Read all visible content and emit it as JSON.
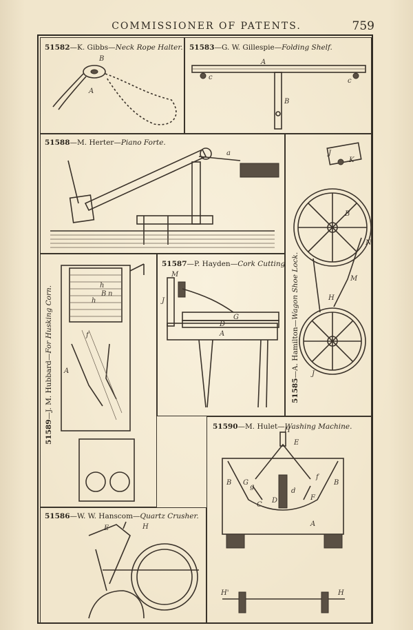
{
  "header": {
    "title": "COMMISSIONER OF PATENTS.",
    "page_number": "759"
  },
  "figures": [
    {
      "id": "gibbs",
      "number": "51582",
      "inventor": "K. Gibbs",
      "subject": "Neck Rope Halter.",
      "letters": [
        "B",
        "A"
      ]
    },
    {
      "id": "gillespie",
      "number": "51583",
      "inventor": "G. W. Gillespie",
      "subject": "Folding Shelf.",
      "letters": [
        "A",
        "c",
        "c",
        "B"
      ]
    },
    {
      "id": "herter",
      "number": "51588",
      "inventor": "M. Herter",
      "subject": "Piano Forte.",
      "letters": [
        "a"
      ]
    },
    {
      "id": "hamilton",
      "number": "51585",
      "inventor": "A. Hamilton",
      "subject": "Wagon Shoe Lock.",
      "letters": [
        "K",
        "J",
        "B",
        "N",
        "M",
        "H",
        "J"
      ]
    },
    {
      "id": "hubbard",
      "number": "51589",
      "inventor": "J. M. Hubbard",
      "subject": "For Husking Corn.",
      "letters": [
        "h",
        "B",
        "n",
        "h",
        "f",
        "A"
      ]
    },
    {
      "id": "hayden",
      "number": "51587",
      "inventor": "P. Hayden",
      "subject": "Cork Cutting.",
      "letters": [
        "M",
        "J",
        "G",
        "D",
        "A"
      ]
    },
    {
      "id": "hulet",
      "number": "51590",
      "inventor": "M. Hulet",
      "subject": "Washing Machine.",
      "letters": [
        "H",
        "E",
        "B",
        "G",
        "g",
        "f",
        "B",
        "C",
        "D",
        "d",
        "F",
        "A",
        "H'",
        "H"
      ]
    },
    {
      "id": "hanscom",
      "number": "51586",
      "inventor": "W. W. Hanscom",
      "subject": "Quartz Crusher.",
      "letters": [
        "E",
        "H"
      ]
    }
  ]
}
